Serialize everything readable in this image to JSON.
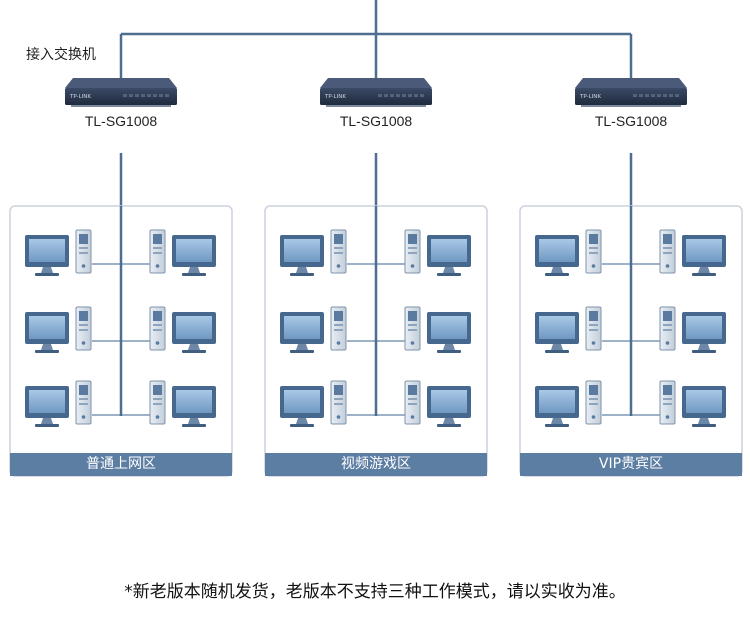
{
  "access_switch_label": "接入交换机",
  "switches": [
    {
      "brand": "TP-LINK",
      "model": "TL-SG1008"
    },
    {
      "brand": "TP-LINK",
      "model": "TL-SG1008"
    },
    {
      "brand": "TP-LINK",
      "model": "TL-SG1008"
    }
  ],
  "zones": [
    {
      "label": "普通上网区",
      "computers": 6
    },
    {
      "label": "视频游戏区",
      "computers": 6
    },
    {
      "label": "VIP贵宾区",
      "computers": 6
    }
  ],
  "footnote": "*新老版本随机发货，老版本不支持三种工作模式，请以实收为准。",
  "colors": {
    "link_line": "#4d6e91",
    "zone_bar": "#5d7ea3",
    "zone_border": "#c9d2dc",
    "switch_body": "#2c3850",
    "monitor_frame": "#47688e",
    "monitor_screen": "#8fb4d9"
  }
}
